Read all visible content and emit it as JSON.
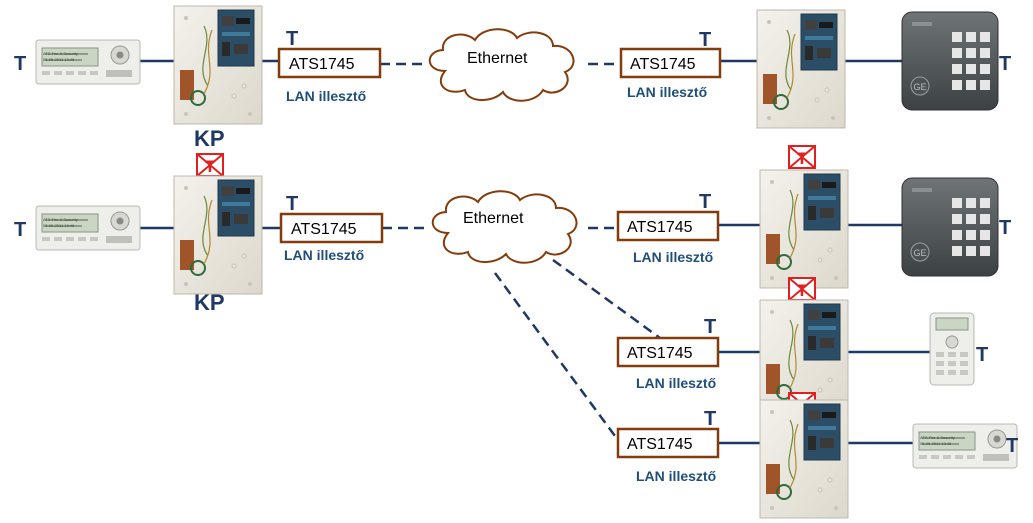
{
  "labels": {
    "terminator": "T",
    "keypad_label": "KP",
    "network": "Ethernet",
    "adapter_model": "ATS1745",
    "adapter_caption": "LAN illesztő",
    "lcd_line1": "ATS Fire & Security",
    "lcd_line2": "05-05-2011   13:46"
  },
  "colors": {
    "link_line": "#1f3864",
    "adapter_border": "#843c0c",
    "cloud_border": "#843c0c",
    "label_blue": "#1f3864",
    "no_terminator_red": "#e02020"
  },
  "icons": {
    "keypad": "lcd-keypad-icon",
    "panel": "control-panel-icon",
    "reader": "proximity-card-reader-icon",
    "portrait_keypad": "portrait-keypad-icon",
    "no_terminator": "no-terminator-icon",
    "cloud": "ethernet-cloud-icon"
  }
}
